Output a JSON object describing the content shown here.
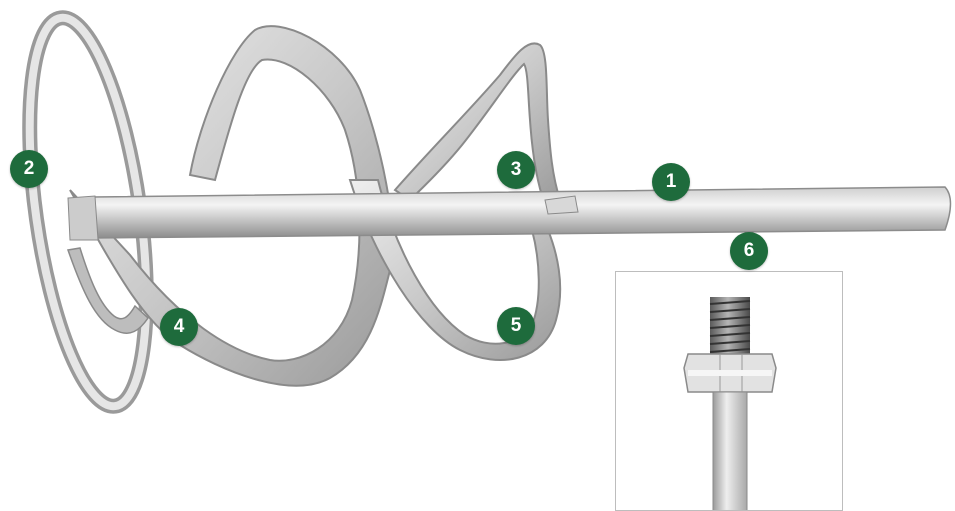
{
  "callouts": {
    "shaft": "1",
    "ring": "2",
    "upper_blade": "3",
    "lower_blade_left": "4",
    "lower_blade_right": "5",
    "thread": "6"
  },
  "colors": {
    "badge": "#1e6b3c",
    "metal_light": "#f2f2f2",
    "metal_mid": "#c8c8c8",
    "metal_dark": "#8a8a8a"
  }
}
